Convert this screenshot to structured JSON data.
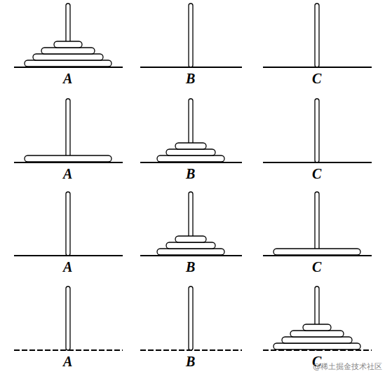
{
  "diagram": {
    "labels": [
      "A",
      "B",
      "C",
      "A",
      "B",
      "C",
      "A",
      "B",
      "C",
      "A",
      "B",
      "C",
      "@稀土掘金技术社区"
    ]
  }
}
